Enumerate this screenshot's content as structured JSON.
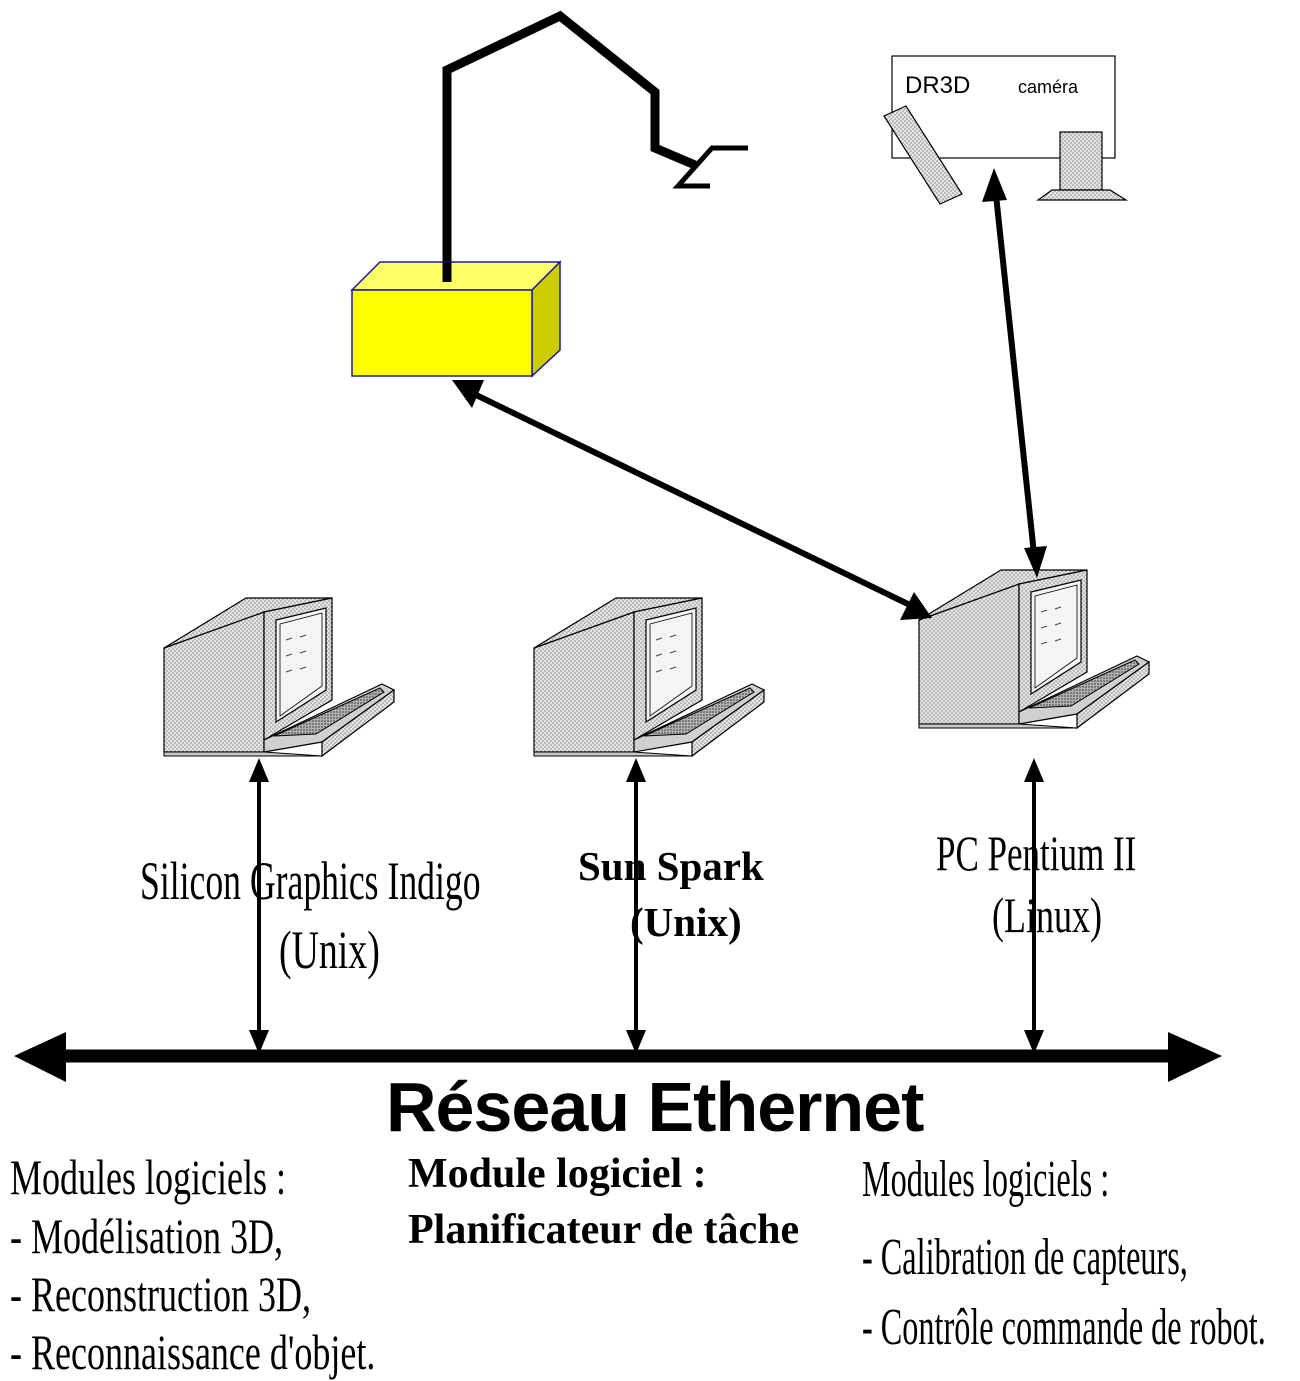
{
  "sensor": {
    "label": "DR3D",
    "camera_label": "caméra"
  },
  "computers": [
    {
      "name": "Silicon Graphics Indigo",
      "os": "(Unix)"
    },
    {
      "name": "Sun Spark",
      "os": "(Unix)"
    },
    {
      "name": "PC Pentium II",
      "os": "(Linux)"
    }
  ],
  "network": {
    "label": "Réseau Ethernet"
  },
  "modules": {
    "left": {
      "heading": "Modules logiciels :",
      "items": [
        "- Modélisation 3D,",
        "- Reconstruction 3D,",
        "- Reconnaissance d'objet."
      ]
    },
    "center": {
      "heading": "Module logiciel :",
      "items": [
        "Planificateur de tâche"
      ]
    },
    "right": {
      "heading": "Modules logiciels :",
      "items": [
        "- Calibration de capteurs,",
        "- Contrôle commande de robot."
      ]
    }
  },
  "colors": {
    "robot_base": "#ffff00",
    "robot_base_side": "#cccc00",
    "device_fill": "#d8d8d8",
    "line": "#000000"
  }
}
